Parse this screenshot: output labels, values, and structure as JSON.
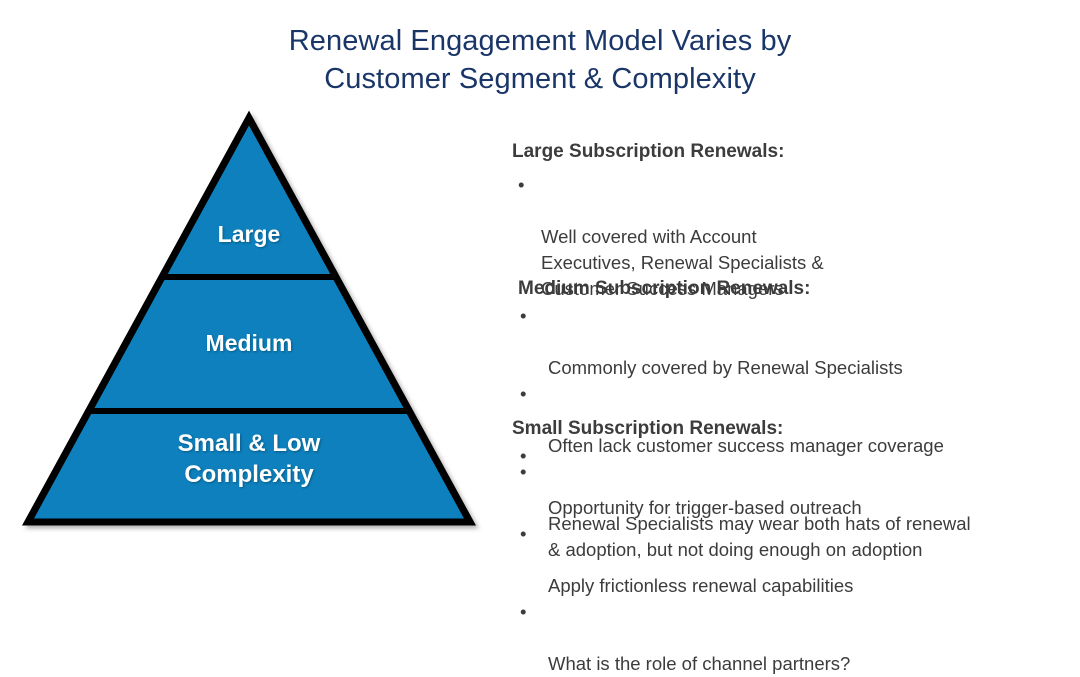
{
  "slide": {
    "title_line_1": "Renewal Engagement Model Varies by",
    "title_line_2": "Customer Segment & Complexity",
    "title_color": "#1a3668",
    "background_color": "#ffffff",
    "body_text_color": "#3c3c3c"
  },
  "pyramid": {
    "fill_color": "#0b80bd",
    "stroke_color": "#000000",
    "label_color": "#ffffff",
    "tiers": [
      {
        "id": "large",
        "label": "Large"
      },
      {
        "id": "medium",
        "label": "Medium"
      },
      {
        "id": "small",
        "label": "Small & Low\nComplexity"
      }
    ]
  },
  "content": {
    "bullet_glyph": "•",
    "blocks": [
      {
        "id": "large",
        "heading": "Large Subscription Renewals:",
        "bullets": [
          "Well covered with Account\nExecutives, Renewal Specialists &\nCustomer Success Managers"
        ]
      },
      {
        "id": "medium",
        "heading": "Medium Subscription Renewals:",
        "bullets": [
          "Commonly covered by Renewal Specialists",
          "Often lack customer success manager coverage",
          "Renewal Specialists may wear both hats of renewal\n& adoption, but not doing enough on adoption"
        ]
      },
      {
        "id": "small",
        "heading": "Small Subscription Renewals:",
        "bullets": [
          "Opportunity for trigger-based outreach",
          "Apply frictionless renewal capabilities",
          "What is the role of channel partners?"
        ]
      }
    ]
  }
}
